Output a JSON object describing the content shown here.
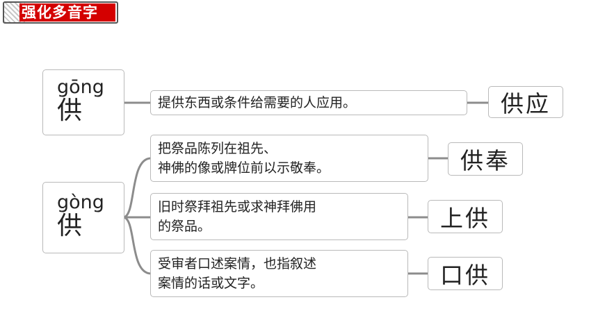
{
  "title": "强化多音字",
  "groups": [
    {
      "pinyin": "gōng",
      "hanzi": "供",
      "entries": [
        {
          "definition": "提供东西或条件给需要的人应用。",
          "word": "供应"
        }
      ]
    },
    {
      "pinyin": "gòng",
      "hanzi": "供",
      "entries": [
        {
          "definition": "把祭品陈列在祖先、\n神佛的像或牌位前以示敬奉。",
          "word": "供奉"
        },
        {
          "definition": "旧时祭拜祖先或求神拜佛用\n的祭品。",
          "word": "上供"
        },
        {
          "definition": "受审者口述案情，也指叙述\n案情的话或文字。",
          "word": "口供"
        }
      ]
    }
  ]
}
